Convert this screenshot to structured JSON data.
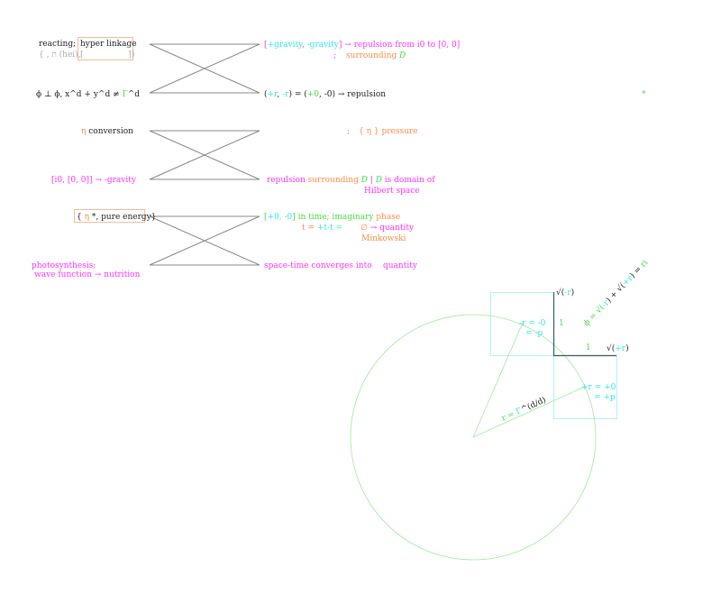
{
  "colors": {
    "magenta": "#ff33ff",
    "cyan": "#33e6e6",
    "green": "#44dd44",
    "orange": "#ff8c4a",
    "gray": "#aaaaaa",
    "line": "#888888"
  },
  "left": {
    "reacting": "reacting;",
    "hyper_linkage": "hyper linkage",
    "hei": "{ , ת (hei),",
    "bracket_open": "[",
    "bracket_close": "]",
    "paren_close": ")",
    "phi_a": "ϕ ⊥ ϕ, x^d + y^d ≠ ",
    "phi_gamma": "Γ",
    "phi_b": "^d",
    "eta": "η",
    "conversion": " conversion",
    "i0_gravity": "[i0, [0, 0]] → -gravity",
    "pure_open": "{ ",
    "pure_eta": "η",
    "pure_rest": " *, pure energy}",
    "photo1": "photosynthesis;",
    "photo2": "wave function → nutrition"
  },
  "right": {
    "r1": [
      "[",
      "+gravity",
      ", ",
      "-gravity",
      "]",
      " → ",
      " repulsion from i0 to [0, 0]"
    ],
    "r1b": [
      "; ",
      "surrounding ",
      "D"
    ],
    "r2": [
      "(",
      "+r",
      ", ",
      "-r",
      ") = (",
      "+0",
      ", -0) → repulsion"
    ],
    "star": "*",
    "r3": [
      ";",
      "{ η } pressure"
    ],
    "r4": [
      "repulsion ",
      "surrounding ",
      "D",
      " | ",
      "D",
      " is domain of"
    ],
    "r4b": "Hilbert space",
    "r5": [
      "[",
      "+0, -0",
      "] in time; imaginary",
      " phase"
    ],
    "r5b": [
      "t = ",
      "+t-t =",
      "∅",
      " → quantity"
    ],
    "r5c": "Minkowski",
    "r6": "space-time converges into",
    "r6b": "quantity"
  },
  "geometry_labels": {
    "sqrt_neg": [
      "√(",
      "-r",
      ")"
    ],
    "sqrt_pos": [
      "√(",
      "+r",
      ")"
    ],
    "one_a": "1",
    "one_b": "1",
    "neg_r": "-r = -0",
    "neg_p": "= -p",
    "pos_r": "+r = +0",
    "pos_p": "= +p",
    "radius": [
      "r = ",
      "Γ",
      "^(d/d)"
    ],
    "phi": [
      "ϕ",
      " = √(",
      "-r",
      ") + √(",
      "+r",
      ") = ",
      "ri"
    ]
  }
}
